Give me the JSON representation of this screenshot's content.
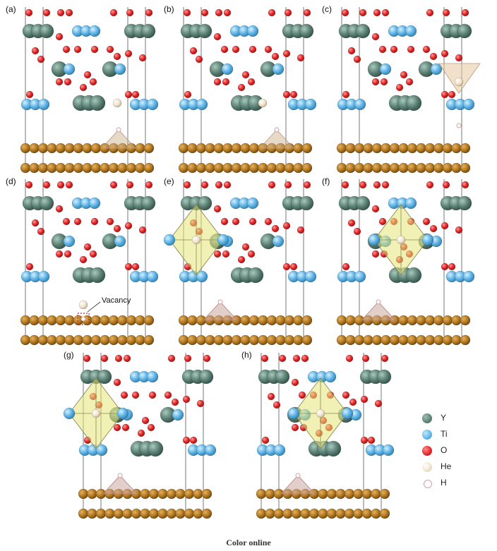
{
  "panels": [
    {
      "label": "(a)",
      "variant": "a"
    },
    {
      "label": "(b)",
      "variant": "b"
    },
    {
      "label": "(c)",
      "variant": "c"
    },
    {
      "label": "(d)",
      "variant": "d"
    },
    {
      "label": "(e)",
      "variant": "e"
    },
    {
      "label": "(f)",
      "variant": "f"
    },
    {
      "label": "(g)",
      "variant": "g"
    },
    {
      "label": "(h)",
      "variant": "h"
    }
  ],
  "vacancy_label": "Vacancy",
  "legend": [
    {
      "symbol": "Y",
      "color": "#5d8276"
    },
    {
      "symbol": "Ti",
      "color": "#5fb4e6"
    },
    {
      "symbol": "O",
      "color": "#e22525"
    },
    {
      "symbol": "He",
      "color": "#efe3cc"
    },
    {
      "symbol": "H",
      "color": "#f3d2d2"
    }
  ],
  "caption": "Color online"
}
